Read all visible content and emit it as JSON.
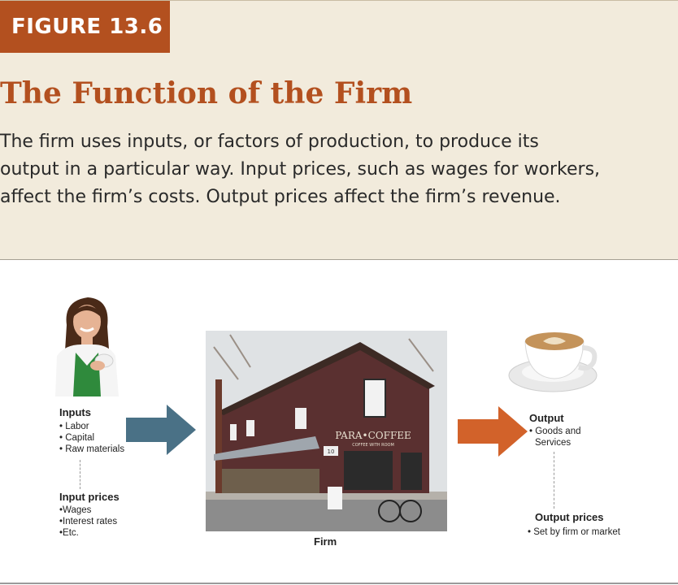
{
  "figure_label": "FIGURE 13.6",
  "title": "The Function of the Firm",
  "caption_lines": [
    "The firm uses inputs, or factors of production, to produce its",
    "output in a particular way. Input prices, such as wages for workers,",
    "affect the firm’s costs. Output prices affect the firm’s revenue."
  ],
  "inputs": {
    "heading": "Inputs",
    "items": [
      "• Labor",
      "• Capital",
      "• Raw materials"
    ]
  },
  "input_prices": {
    "heading": "Input prices",
    "items": [
      "•Wages",
      "•Interest rates",
      "•Etc."
    ]
  },
  "firm": {
    "label": "Firm",
    "sign_name": "PARA•COFFEE",
    "sign_sub": "COFFEE WITH ROOM",
    "number": "10"
  },
  "output": {
    "heading": "Output",
    "items": [
      "• Goods and",
      "Services"
    ]
  },
  "output_prices": {
    "heading": "Output prices",
    "items": [
      "• Set by firm or market"
    ]
  },
  "colors": {
    "accent": "#b3501f",
    "panel_bg": "#f2ebdc",
    "input_arrow": "#4a7186",
    "output_arrow": "#d2622a"
  },
  "icons": [
    "worker-photo",
    "firm-building-photo",
    "coffee-cup-photo",
    "input-arrow-icon",
    "output-arrow-icon"
  ]
}
